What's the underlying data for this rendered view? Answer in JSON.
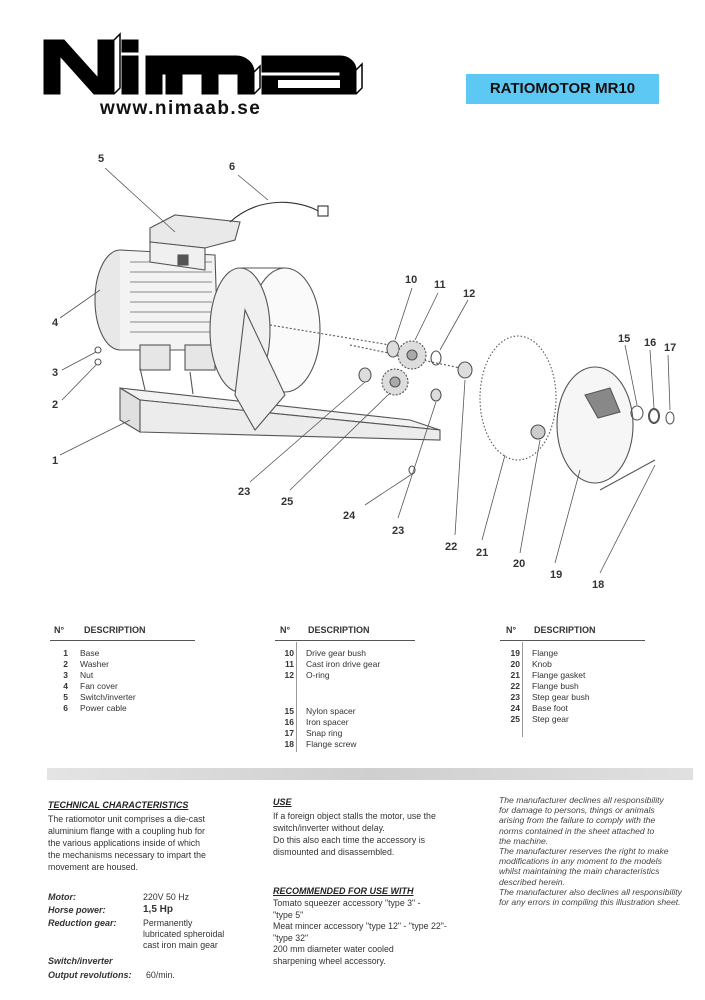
{
  "header": {
    "logo_text": "Nima",
    "url": "www.nimaab.se",
    "model_label": "RATIOMOTOR MR10"
  },
  "callouts": [
    "1",
    "2",
    "3",
    "4",
    "5",
    "6",
    "10",
    "11",
    "12",
    "15",
    "16",
    "17",
    "18",
    "19",
    "20",
    "21",
    "22",
    "23",
    "23",
    "24",
    "25"
  ],
  "parts_table": {
    "col_no": "N°",
    "col_desc": "DESCRIPTION",
    "columns": [
      [
        {
          "n": "1",
          "d": "Base"
        },
        {
          "n": "2",
          "d": "Washer"
        },
        {
          "n": "3",
          "d": "Nut"
        },
        {
          "n": "4",
          "d": "Fan cover"
        },
        {
          "n": "5",
          "d": "Switch/inverter"
        },
        {
          "n": "6",
          "d": "Power cable"
        }
      ],
      [
        {
          "n": "10",
          "d": "Drive gear bush"
        },
        {
          "n": "11",
          "d": "Cast iron drive gear"
        },
        {
          "n": "12",
          "d": "O-ring"
        },
        {
          "n": "15",
          "d": "Nylon spacer"
        },
        {
          "n": "16",
          "d": "Iron spacer"
        },
        {
          "n": "17",
          "d": "Snap ring"
        },
        {
          "n": "18",
          "d": "Flange screw"
        }
      ],
      [
        {
          "n": "19",
          "d": "Flange"
        },
        {
          "n": "20",
          "d": "Knob"
        },
        {
          "n": "21",
          "d": "Flange gasket"
        },
        {
          "n": "22",
          "d": "Flange bush"
        },
        {
          "n": "23",
          "d": "Step gear bush"
        },
        {
          "n": "24",
          "d": "Base foot"
        },
        {
          "n": "25",
          "d": "Step gear"
        }
      ]
    ]
  },
  "technical": {
    "title": "TECHNICAL CHARACTERISTICS",
    "lines": [
      "The ratiomotor unit comprises a die-cast",
      "aluminium flange with a coupling hub for",
      "the various applications inside of which",
      "the mechanisms necessary to impart the",
      "movement are housed."
    ],
    "specs": {
      "motor_label": "Motor:",
      "motor_value": "220V 50 Hz",
      "hp_label": "Horse power:",
      "hp_value": "1,5 Hp",
      "gear_label": "Reduction gear:",
      "gear_value": [
        "Permanently",
        "lubricated spheroidal",
        "cast iron main gear"
      ],
      "switch_label": "Switch/inverter",
      "rev_label": "Output revolutions:",
      "rev_value": "60/min."
    }
  },
  "use": {
    "title": "USE",
    "lines": [
      "If a foreign object stalls the motor, use the",
      "switch/inverter without delay.",
      "Do this also each time the accessory is",
      "dismounted and disassembled."
    ]
  },
  "recommended": {
    "title": "RECOMMENDED FOR USE WITH",
    "lines": [
      "Tomato squeezer accessory \"type 3\" -",
      "\"type 5\"",
      "Meat mincer accessory \"type 12\" - \"type 22\"-",
      "\"type 32\"",
      "200 mm diameter water cooled",
      "sharpening wheel accessory."
    ]
  },
  "disclaimer": {
    "lines": [
      "The manufacturer declines all responsibility",
      "for damage to persons, things or animals",
      "arising from the failure to comply with the",
      "norms contained in the sheet attached to",
      "the machine.",
      "The manufacturer reserves the right to make",
      "modifications in any moment to the models",
      "whilst maintaining the main characteristics",
      "described herein.",
      "The manufacturer also declines all responsibility",
      "for any errors in compiling this illustration sheet."
    ]
  }
}
